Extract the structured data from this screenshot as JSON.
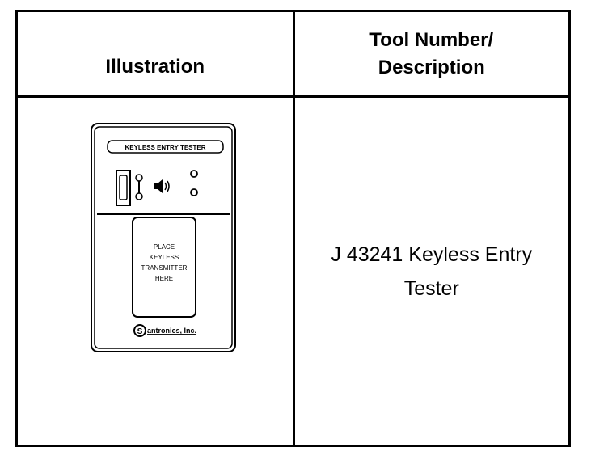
{
  "table": {
    "headers": {
      "illustration": "Illustration",
      "tool": "Tool Number/\nDescription"
    },
    "rows": [
      {
        "tool_description": "J 43241 Keyless Entry\nTester"
      }
    ]
  },
  "device": {
    "label": "KEYLESS ENTRY TESTER",
    "window_lines": [
      "PLACE",
      "KEYLESS",
      "TRANSMITTER",
      "HERE"
    ],
    "brand": "antronics, Inc.",
    "speaker_icon": "speaker-icon"
  }
}
